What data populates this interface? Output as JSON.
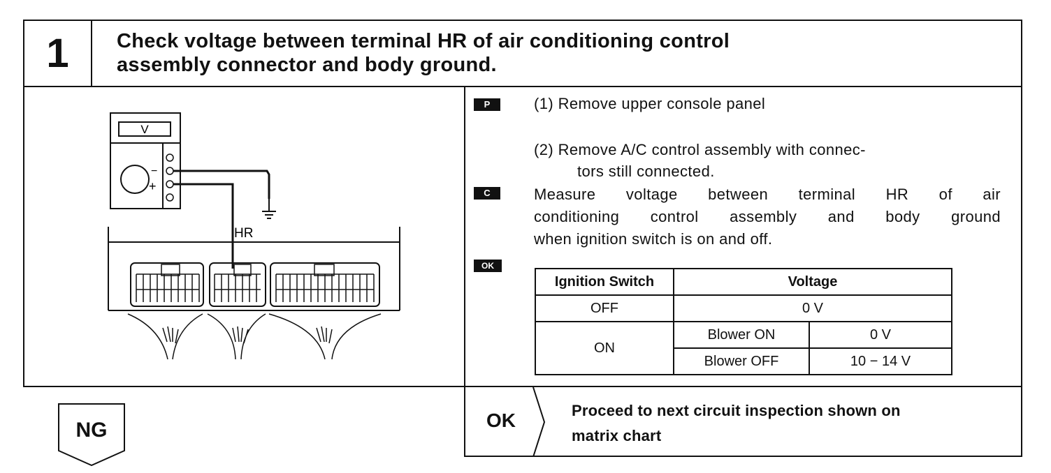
{
  "step": {
    "number": "1",
    "title_line1": "Check voltage between terminal HR of air conditioning control",
    "title_line2": "assembly connector and body ground."
  },
  "diagram": {
    "meter_label": "V",
    "minus_sign": "−",
    "plus_sign": "+",
    "terminal_label": "HR"
  },
  "instructions": {
    "prep_badge": "P",
    "step1": "(1)  Remove upper console panel",
    "step2_line1": "(2)  Remove A/C control assembly with connec-",
    "step2_line2": "tors still connected.",
    "check_badge": "C",
    "check_line1": "Measure voltage between terminal HR of air",
    "check_line2": "conditioning control assembly and body ground",
    "check_line3": "when ignition switch is on and off.",
    "ok_badge": "OK"
  },
  "table": {
    "col1_header": "Ignition Switch",
    "col2_header": "Voltage",
    "row_off_label": "OFF",
    "row_off_value": "0 V",
    "row_on_label": "ON",
    "blower_on_label": "Blower ON",
    "blower_on_value": "0 V",
    "blower_off_label": "Blower OFF",
    "blower_off_value": "10 − 14 V"
  },
  "result_ok": {
    "label": "OK",
    "text_line1": "Proceed to next circuit inspection shown on",
    "text_line2": "matrix chart"
  },
  "result_ng": {
    "label": "NG"
  }
}
